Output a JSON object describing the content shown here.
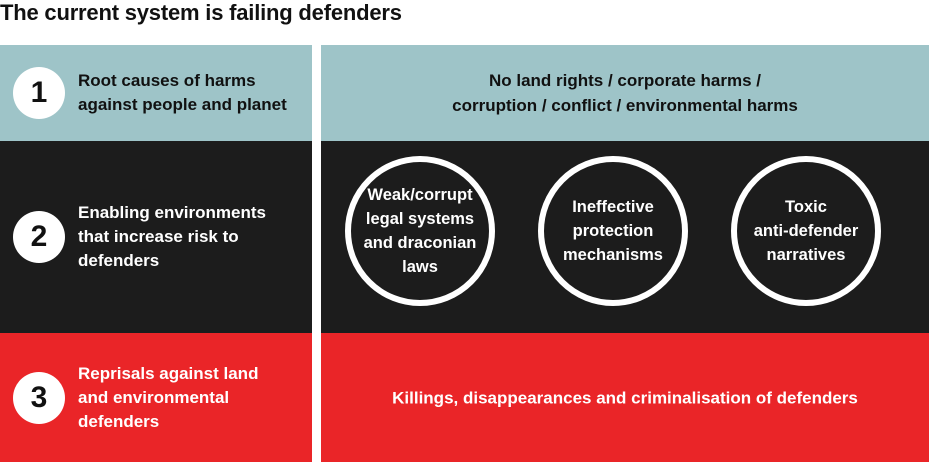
{
  "title": "The current system is failing defenders",
  "colors": {
    "row1": "#9ec4c8",
    "row2": "#1c1c1c",
    "row3": "#ea2528"
  },
  "rows": [
    {
      "number": "1",
      "label": "Root causes of harms against people and planet",
      "detail": "No land rights / corporate harms /\ncorruption / conflict / environmental harms"
    },
    {
      "number": "2",
      "label": "Enabling environments that increase risk to defenders",
      "circles": [
        "Weak/corrupt\nlegal systems\nand draconian\nlaws",
        "Ineffective\nprotection\nmechanisms",
        "Toxic\nanti-defender\nnarratives"
      ]
    },
    {
      "number": "3",
      "label": "Reprisals against land and environmental defenders",
      "detail": "Killings, disappearances and criminalisation of defenders"
    }
  ]
}
